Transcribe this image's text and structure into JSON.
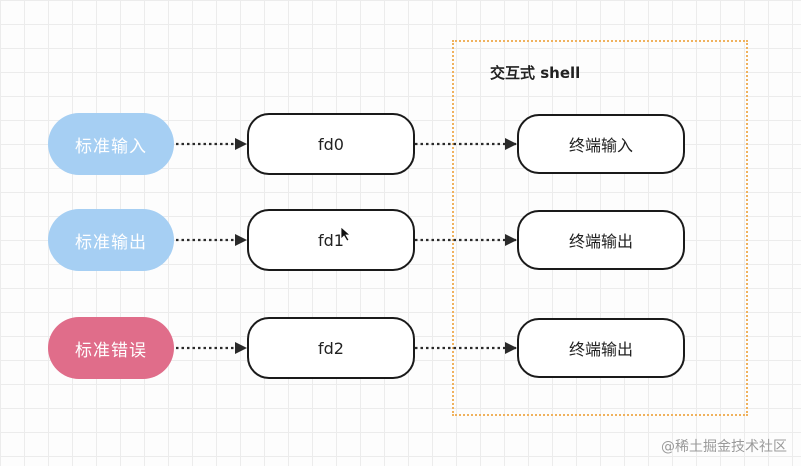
{
  "sources": [
    {
      "label": "标准输入",
      "color": "#a6cff3"
    },
    {
      "label": "标准输出",
      "color": "#a6cff3"
    },
    {
      "label": "标准错误",
      "color": "#e06d8a"
    }
  ],
  "fds": [
    "fd0",
    "fd1",
    "fd2"
  ],
  "shell": {
    "title": "交互式 shell",
    "terminals": [
      "终端输入",
      "终端输出",
      "终端输出"
    ]
  },
  "watermark": "@稀土掘金技术社区"
}
